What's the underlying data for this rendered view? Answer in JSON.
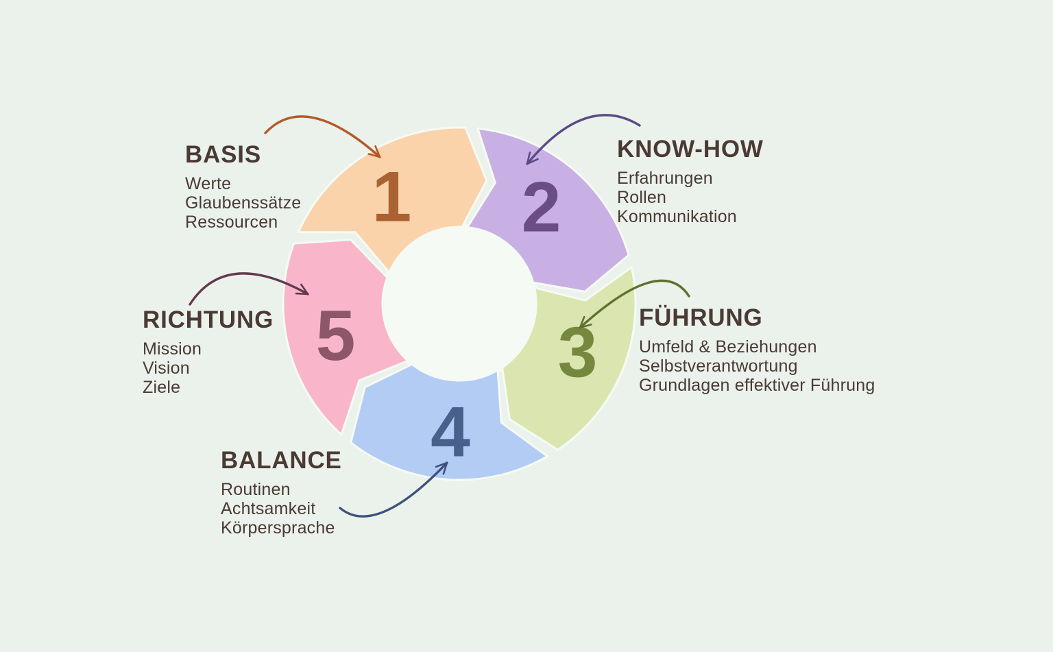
{
  "diagram": {
    "type": "cycle-5-steps",
    "background_color": "#ebf2ec",
    "hole_color": "#f6faf4",
    "gap_color": "#f6faf4",
    "text_color": "#4a3a33",
    "segments": [
      {
        "number": "1",
        "title": "BASIS",
        "items": [
          "Werte",
          "Glaubenssätze",
          "Ressourcen"
        ],
        "segment_color": "#fad3ab",
        "number_color": "#ab6233",
        "arrow_color": "#b35a28"
      },
      {
        "number": "2",
        "title": "KNOW-HOW",
        "items": [
          "Erfahrungen",
          "Rollen",
          "Kommunikation"
        ],
        "segment_color": "#c9b0e4",
        "number_color": "#6a4d85",
        "arrow_color": "#5b4a86"
      },
      {
        "number": "3",
        "title": "FÜHRUNG",
        "items": [
          "Umfeld & Beziehungen",
          "Selbstverantwortung",
          "Grundlagen effektiver Führung"
        ],
        "segment_color": "#dbe5af",
        "number_color": "#76883e",
        "arrow_color": "#5e7130"
      },
      {
        "number": "4",
        "title": "BALANCE",
        "items": [
          "Routinen",
          "Achtsamkeit",
          "Körpersprache"
        ],
        "segment_color": "#b2ccf4",
        "number_color": "#49608c",
        "arrow_color": "#3e527b"
      },
      {
        "number": "5",
        "title": "RICHTUNG",
        "items": [
          "Mission",
          "Vision",
          "Ziele"
        ],
        "segment_color": "#f9b6ca",
        "number_color": "#8b5769",
        "arrow_color": "#64394f"
      }
    ]
  }
}
